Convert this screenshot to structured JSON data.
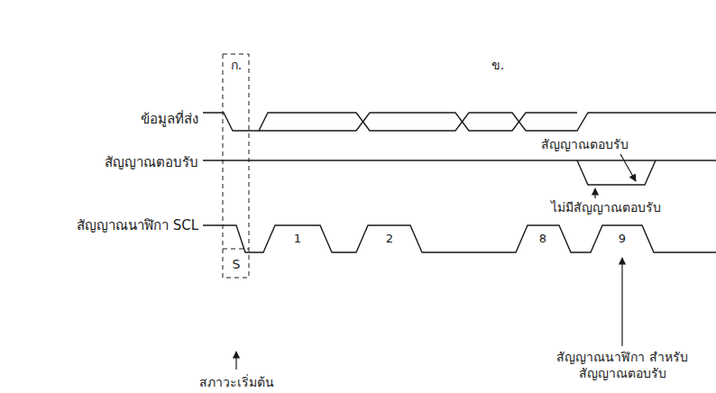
{
  "diagram": {
    "labels": [
      "ก.",
      "ข.",
      "ข้อมูลที่ส่ง",
      "สัญญาณตอบรับ",
      "สัญญาณนาฬิกา SCL",
      "S",
      "1",
      "2",
      "8",
      "9",
      "สภาวะเริ่มต้น",
      "สัญญาณตอบรับ",
      "ไม่มีสัญญาณตอบรับ",
      "สัญญาณนาฬิกา สำหรับสัญญาณตอบรับ"
    ]
  }
}
